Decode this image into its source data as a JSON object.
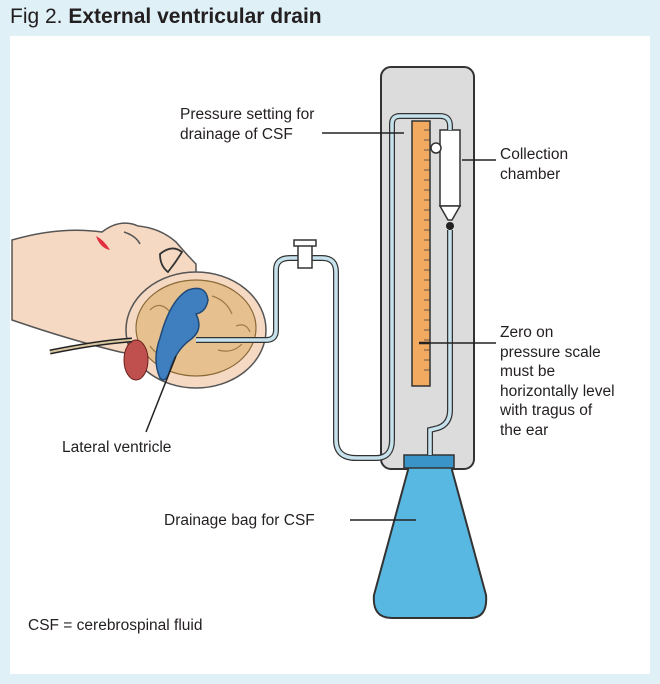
{
  "figure": {
    "number": "Fig 2.",
    "title": "External ventricular drain"
  },
  "labels": {
    "pressure_setting": "Pressure setting for\ndrainage of CSF",
    "collection_chamber": "Collection\nchamber",
    "zero_scale": "Zero on\npressure scale\nmust be\nhorizontally level\nwith tragus of\nthe ear",
    "lateral_ventricle": "Lateral ventricle",
    "drainage_bag": "Drainage bag for CSF"
  },
  "footnote": "CSF = cerebrospinal fluid",
  "colors": {
    "background": "#dff0f6",
    "panel": "#ffffff",
    "skin": "#f6d9c3",
    "brain": "#e7c08f",
    "ventricle": "#3f7fc0",
    "tubing": "#c6e2ec",
    "stand": "#dcdcdc",
    "scale": "#f2a960",
    "bag": "#59b8e2"
  }
}
